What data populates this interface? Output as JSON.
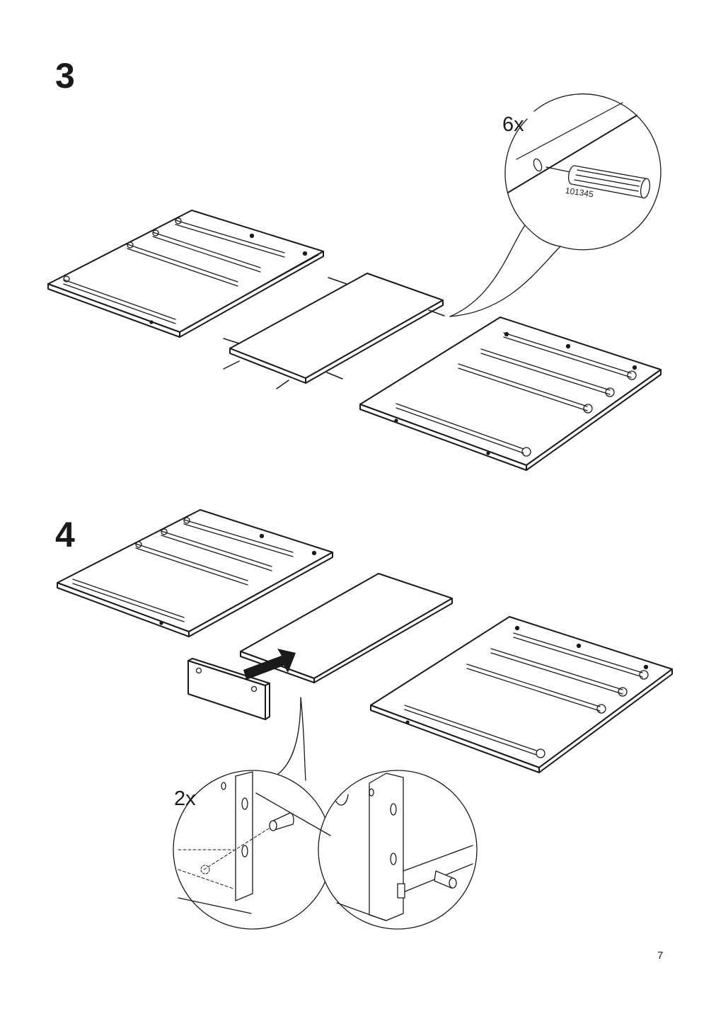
{
  "steps": [
    {
      "number": "3",
      "quantity": "6x",
      "part_number": "101345"
    },
    {
      "number": "4",
      "quantity": "2x"
    }
  ],
  "page_number": "7",
  "icons": [
    "dowel-icon",
    "arrow-icon",
    "board-icon",
    "panel-icon",
    "zoom-circle-icon"
  ]
}
